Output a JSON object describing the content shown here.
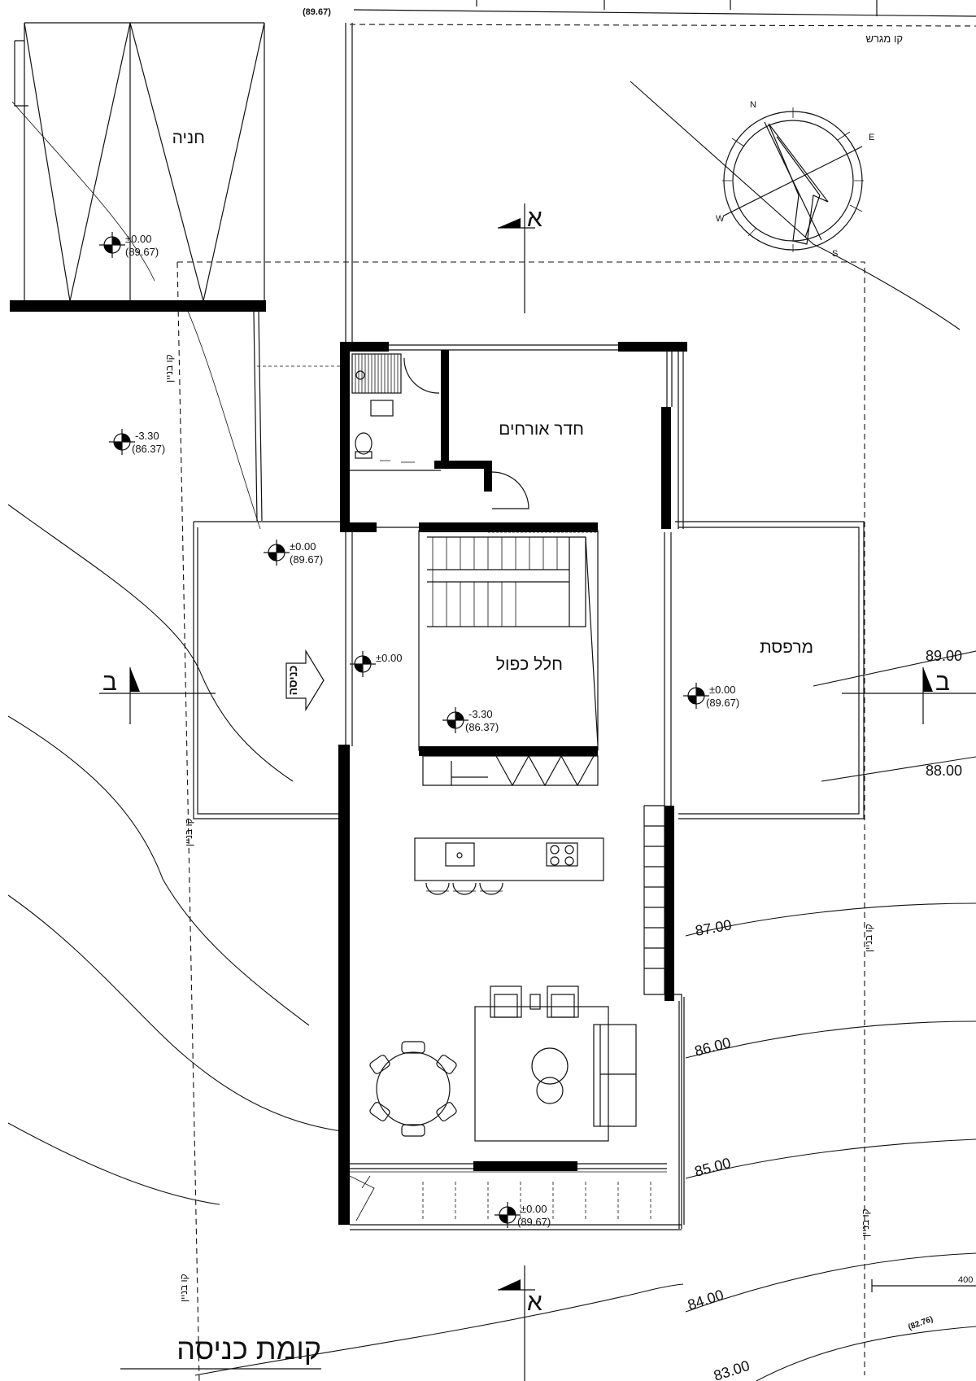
{
  "drawing_title": "קומת כניסה",
  "rooms": {
    "parking": "חניה",
    "guest_room": "חדר אורחים",
    "double_space": "חלל כפול",
    "terrace": "מרפסת"
  },
  "entrance_label": "כניסה",
  "lines": {
    "plot_line": "קו מגרש",
    "building_line": "קו בניין"
  },
  "sections": {
    "a": "א",
    "b": "ב"
  },
  "levels": {
    "parking": {
      "rel": "±0.00",
      "abs": "(89.67)"
    },
    "west_low": {
      "rel": "-3.30",
      "abs": "(86.37)"
    },
    "entrance_step": {
      "rel": "±0.00",
      "abs": "(89.67)"
    },
    "hall": {
      "rel": "±0.00"
    },
    "double_space": {
      "rel": "-3.30",
      "abs": "(86.37)"
    },
    "terrace": {
      "rel": "±0.00",
      "abs": "(89.67)"
    },
    "south_deck": {
      "rel": "±0.00",
      "abs": "(89.67)"
    },
    "top_edge": "(89.67)",
    "bottom_right": "(82.76)"
  },
  "contours": [
    "89.00",
    "88.00",
    "87.00",
    "86.00",
    "85.00",
    "84.00",
    "83.00"
  ],
  "dimension_right": "400",
  "compass": {
    "n": "N",
    "e": "E",
    "s": "S",
    "w": "W"
  }
}
